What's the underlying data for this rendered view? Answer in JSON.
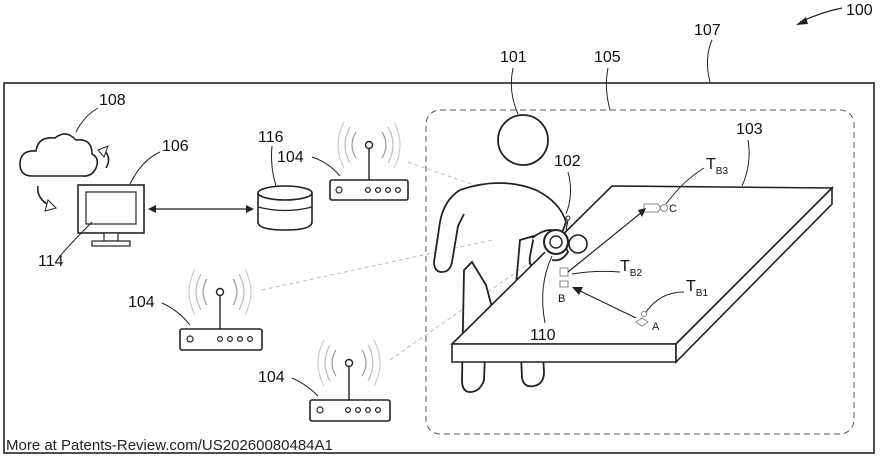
{
  "figure_labels": {
    "system": "100",
    "person": "101",
    "tag_wearable": "102",
    "table": "103",
    "access_points": "104",
    "zone": "105",
    "computer": "106",
    "facility": "107",
    "cloud": "108",
    "wearable_inner": "110",
    "display": "114",
    "database": "116"
  },
  "tags": {
    "b1": {
      "main": "T",
      "sub": "B1"
    },
    "b2": {
      "main": "T",
      "sub": "B2"
    },
    "b3": {
      "main": "T",
      "sub": "B3"
    }
  },
  "tag_letters": {
    "a": "A",
    "b": "B",
    "c": "C"
  },
  "footer": "More at Patents-Review.com/US20260080484A1"
}
